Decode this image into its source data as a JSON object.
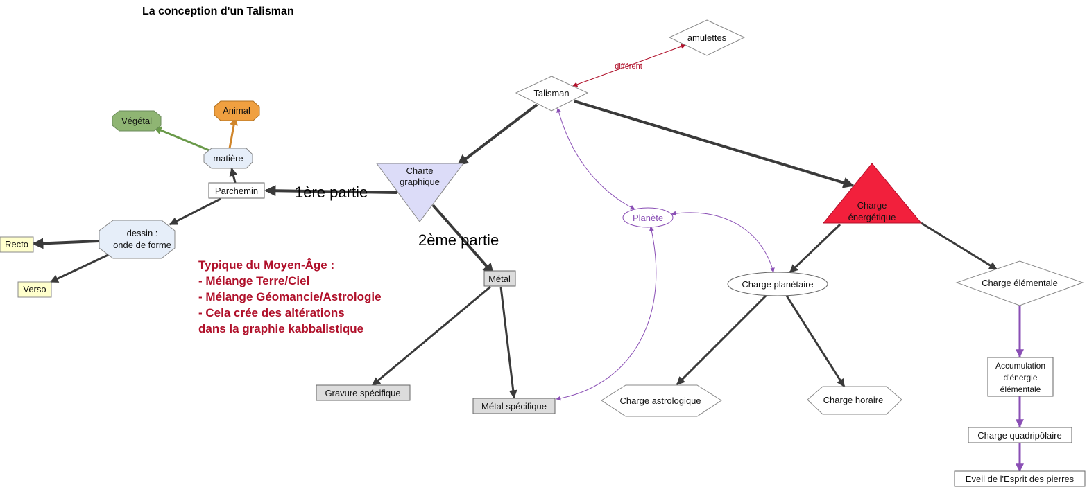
{
  "title": "La conception d'un Talisman",
  "nodes": {
    "amulettes": "amulettes",
    "talisman": "Talisman",
    "charte_line1": "Charte",
    "charte_line2": "graphique",
    "parchemin": "Parchemin",
    "matiere": "matière",
    "vegetal": "Végétal",
    "animal": "Animal",
    "dessin_line1": "dessin :",
    "dessin_line2": "onde de forme",
    "recto": "Recto",
    "verso": "Verso",
    "metal": "Métal",
    "gravure": "Gravure spécifique",
    "metal_specifique": "Métal spécifique",
    "planete": "Planète",
    "charge_energetique_line1": "Charge",
    "charge_energetique_line2": "énergétique",
    "charge_planetaire": "Charge planétaire",
    "charge_astrologique": "Charge astrologique",
    "charge_horaire": "Charge horaire",
    "charge_elementale": "Charge élémentale",
    "accumulation_line1": "Accumulation",
    "accumulation_line2": "d'énergie",
    "accumulation_line3": "élémentale",
    "charge_quadripolaire": "Charge quadripôlaire",
    "eveil": "Eveil de l'Esprit des pierres"
  },
  "edge_labels": {
    "different": "différent",
    "premiere_partie": "1ère partie",
    "deuxieme_partie": "2ème partie"
  },
  "note": {
    "line1": "Typique du Moyen-Âge :",
    "line2": "- Mélange Terre/Ciel",
    "line3": "- Mélange Géomancie/Astrologie",
    "line4": "- Cela crée des altérations",
    "line5": "dans la graphie kabbalistique"
  },
  "colors": {
    "edge_dark": "#3a3a3a",
    "edge_purple": "#8a4fb5",
    "edge_red": "#b0102a",
    "edge_green": "#6a9a4a",
    "edge_orange": "#d0852a",
    "vegetal_fill": "#8fb573",
    "animal_fill": "#f0a040",
    "charte_fill": "#dcdcf8",
    "charge_energetique_fill": "#f2203c",
    "light_blue_fill": "#e6eef9",
    "yellow_fill": "#ffffcc",
    "gray_fill": "#dcdcdc",
    "note_color": "#b0102a"
  }
}
